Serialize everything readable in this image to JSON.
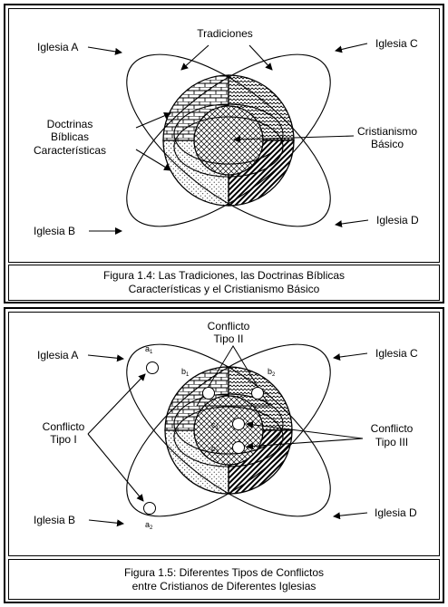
{
  "figure1": {
    "labels": {
      "church_a": "Iglesia A",
      "church_b": "Iglesia B",
      "church_c": "Iglesia C",
      "church_d": "Iglesia D",
      "traditions": "Tradiciones",
      "doctrines_line1": "Doctrinas",
      "doctrines_line2": "Bíblicas",
      "doctrines_line3": "Características",
      "christianity_line1": "Cristianismo",
      "christianity_line2": "Básico"
    },
    "caption_line1": "Figura 1.4: Las Tradiciones, las Doctrinas Bíblicas",
    "caption_line2": "Características y el Cristianismo Básico"
  },
  "figure2": {
    "labels": {
      "church_a": "Iglesia A",
      "church_b": "Iglesia B",
      "church_c": "Iglesia C",
      "church_d": "Iglesia D",
      "conflict2_line1": "Conflicto",
      "conflict2_line2": "Tipo II",
      "conflict1_line1": "Conflicto",
      "conflict1_line2": "Tipo I",
      "conflict3_line1": "Conflicto",
      "conflict3_line2": "Tipo III",
      "a1": "a",
      "a1_sub": "1",
      "a2": "a",
      "a2_sub": "2",
      "b1": "b",
      "b1_sub": "1",
      "b2": "b",
      "b2_sub": "2",
      "c1": "c",
      "c1_sub": "1",
      "c2": "c",
      "c2_sub": "2"
    },
    "caption_line1": "Figura 1.5: Diferentes Tipos de Conflictos",
    "caption_line2": "entre Cristianos de Diferentes Iglesias"
  }
}
